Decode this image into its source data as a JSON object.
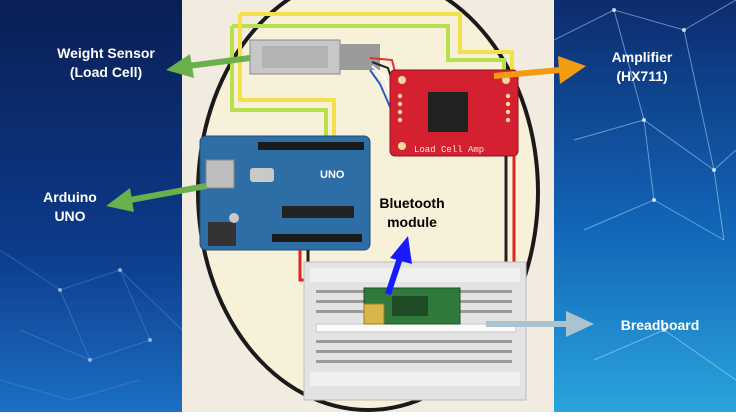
{
  "labels": {
    "weight_sensor": "Weight Sensor\n(Load Cell)",
    "amplifier": "Amplifier\n(HX711)",
    "arduino": "Arduino\nUNO",
    "bluetooth": "Bluetooth\nmodule",
    "breadboard": "Breadboard"
  },
  "board_text": {
    "uno": "UNO",
    "amp": "Load Cell Amp"
  },
  "colors": {
    "arrow_green": "#6ab04c",
    "arrow_orange": "#f39c12",
    "arrow_blue": "#1a1aff",
    "arrow_gray": "#a9c4cf",
    "arduino_board": "#2e6ea6",
    "amp_board": "#d42030",
    "bt_module": "#2f7a3a"
  }
}
